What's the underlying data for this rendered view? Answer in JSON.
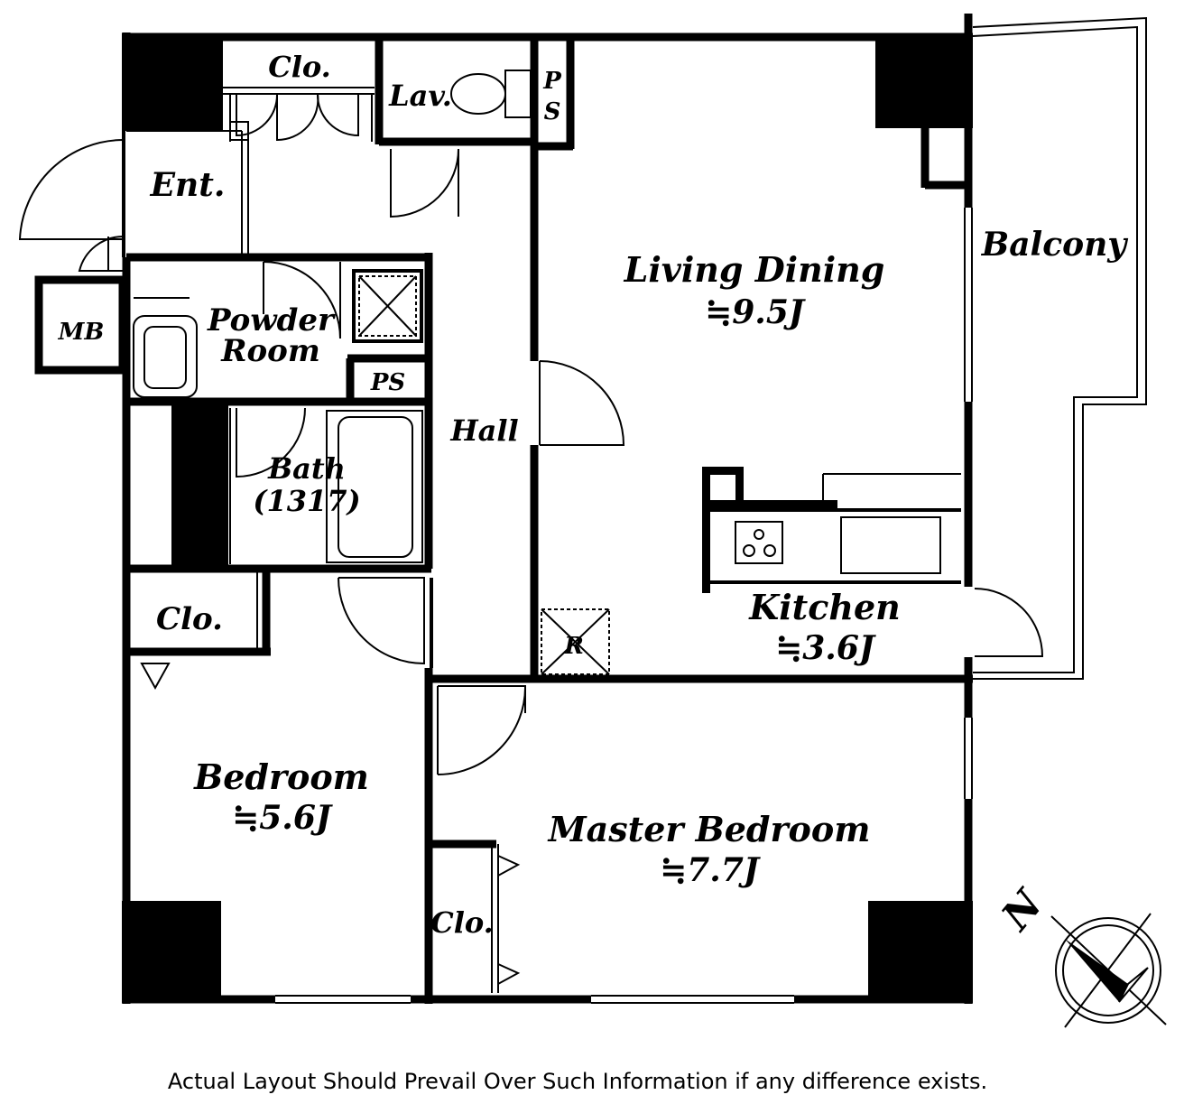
{
  "rooms": {
    "closet_top": "Clo.",
    "lavatory": "Lav.",
    "ps_top_p": "P",
    "ps_top_s": "S",
    "entrance": "Ent.",
    "meter_box": "MB",
    "powder_room_line1": "Powder",
    "powder_room_line2": "Room",
    "ps_mid": "PS",
    "bath": "Bath",
    "bath_size": "(1317)",
    "hall": "Hall",
    "living_dining": "Living Dining",
    "living_dining_size": "≒9.5J",
    "balcony": "Balcony",
    "kitchen": "Kitchen",
    "kitchen_size": "≒3.6J",
    "refrigerator": "R",
    "closet_bedroom": "Clo.",
    "bedroom": "Bedroom",
    "bedroom_size": "≒5.6J",
    "master_bedroom": "Master Bedroom",
    "master_bedroom_size": "≒7.7J",
    "closet_master": "Clo."
  },
  "compass": {
    "north": "N"
  },
  "footer": {
    "disclaimer": "Actual Layout Should Prevail Over Such Information if any difference exists."
  }
}
